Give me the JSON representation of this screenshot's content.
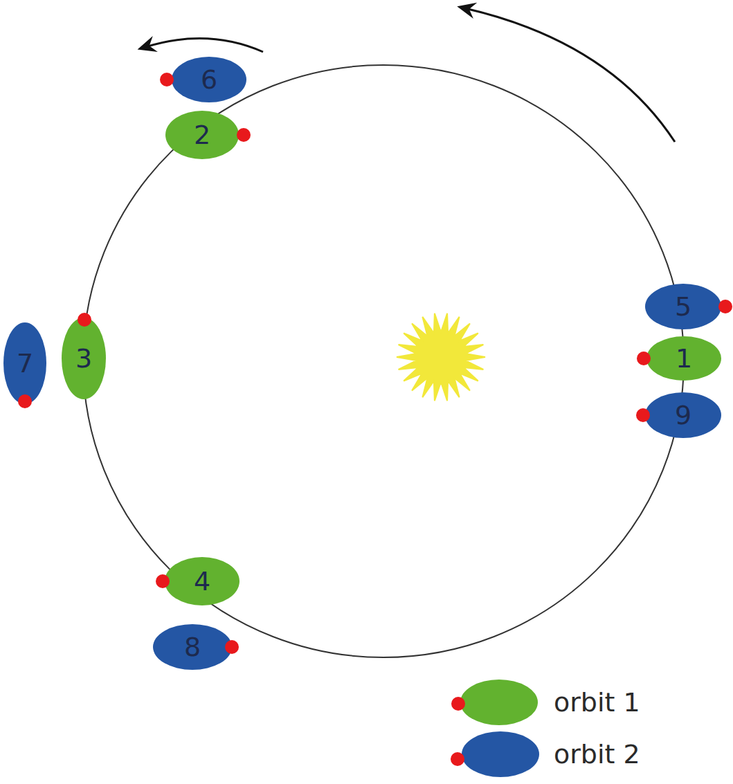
{
  "diagram": {
    "nodes": [
      {
        "text": [
          "6"
        ]
      },
      {
        "text": [
          "2"
        ]
      },
      {
        "text": [
          "5"
        ]
      },
      {
        "text": [
          "1"
        ]
      },
      {
        "text": [
          "9"
        ]
      },
      {
        "text": [
          "7"
        ]
      },
      {
        "text": [
          "3"
        ]
      },
      {
        "text": [
          "4"
        ]
      },
      {
        "text": [
          "8"
        ]
      }
    ],
    "legend": [
      {
        "text": "orbit 1",
        "color": "#62b22f"
      },
      {
        "text": "orbit 2",
        "color": "#2456a4"
      }
    ]
  }
}
